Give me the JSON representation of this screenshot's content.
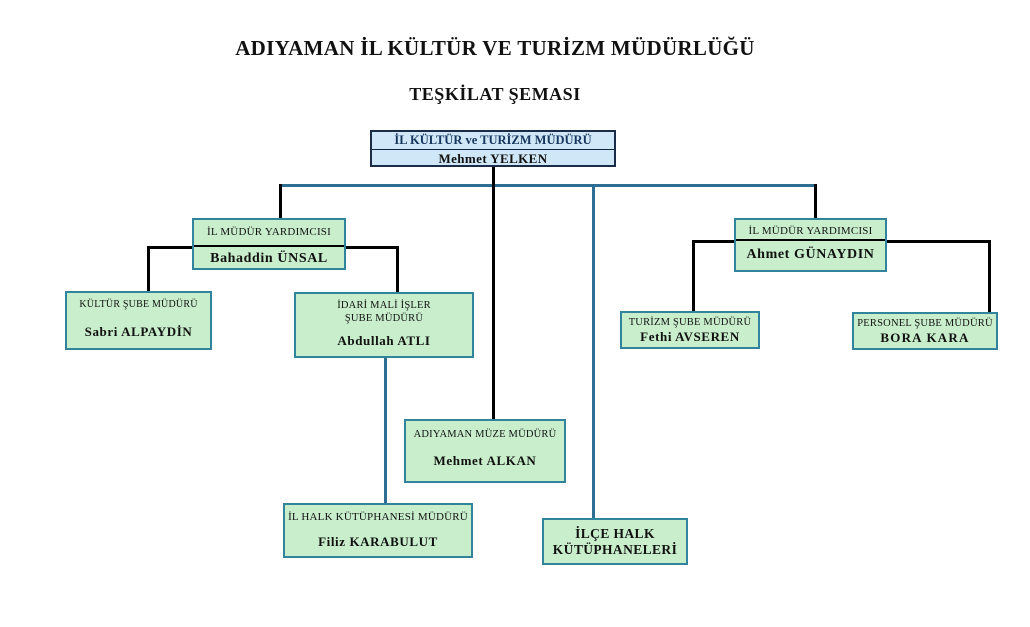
{
  "page": {
    "title_line1": "ADIYAMAN İL KÜLTÜR VE TURİZM MÜDÜRLÜĞÜ",
    "title_line2": "TEŞKİLAT ŞEMASI"
  },
  "colors": {
    "director_box_fill": "#cfe7f7",
    "director_box_border": "#1a2c48",
    "green_box_fill": "#c8eecb",
    "green_box_border": "#31849b",
    "connector_black": "#000000",
    "connector_blue": "#2e6e93"
  },
  "nodes": {
    "director": {
      "title": "İL KÜLTÜR ve TURİZM MÜDÜRÜ",
      "name": "Mehmet YELKEN"
    },
    "deputy_left": {
      "title": "İL MÜDÜR YARDIMCISI",
      "name": "Bahaddin ÜNSAL"
    },
    "deputy_right": {
      "title": "İL MÜDÜR YARDIMCISI",
      "name": "Ahmet GÜNAYDIN"
    },
    "culture": {
      "title": "KÜLTÜR ŞUBE MÜDÜRÜ",
      "name": "Sabri ALPAYDİN"
    },
    "admin_finance": {
      "title_line1": "İDARİ MALİ İŞLER",
      "title_line2": "ŞUBE MÜDÜRÜ",
      "name": "Abdullah ATLI"
    },
    "tourism": {
      "title": "TURİZM ŞUBE MÜDÜRÜ",
      "name": "Fethi AVSEREN"
    },
    "personnel": {
      "title": "PERSONEL ŞUBE MÜDÜRÜ",
      "name": "BORA KARA"
    },
    "museum": {
      "title": "ADIYAMAN MÜZE MÜDÜRÜ",
      "name": "Mehmet ALKAN"
    },
    "public_library": {
      "title": "İL HALK KÜTÜPHANESİ MÜDÜRÜ",
      "name": "Filiz KARABULUT"
    },
    "district_libraries": {
      "line1": "İLÇE HALK",
      "line2": "KÜTÜPHANELERİ"
    }
  }
}
